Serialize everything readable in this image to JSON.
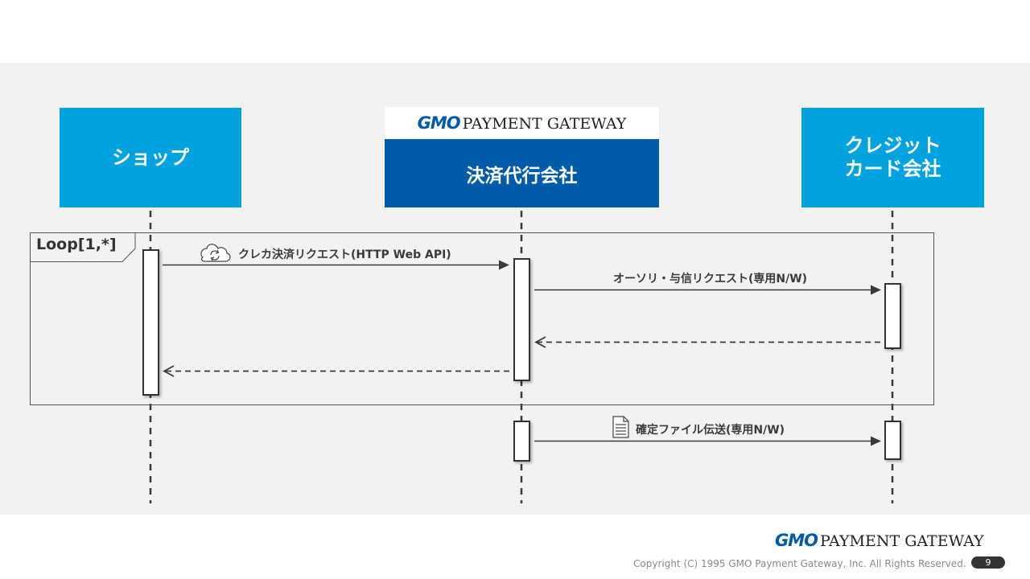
{
  "actors": {
    "shop": "ショップ",
    "gmo_logo_gmo": "GMO",
    "gmo_logo_text": "PAYMENT GATEWAY",
    "gmo_body": "決済代行会社",
    "card_line1": "クレジット",
    "card_line2": "カード会社"
  },
  "loop": {
    "label": "Loop[1,*]"
  },
  "messages": {
    "m1": "クレカ決済リクエスト(HTTP Web API)",
    "m2": "オーソリ・与信リクエスト(専用N/W)",
    "m3": "確定ファイル伝送(専用N/W)"
  },
  "icons": {
    "m1_icon": "cloud-sync-icon",
    "m3_icon": "document-icon"
  },
  "footer": {
    "logo_gmo": "GMO",
    "logo_text": "PAYMENT GATEWAY",
    "copyright": "Copyright (C) 1995 GMO Payment Gateway, Inc. All Rights Reserved.",
    "page": "9"
  },
  "colors": {
    "actor_light": "#00a3e0",
    "actor_dark": "#005bab",
    "background": "#f2f2f2"
  }
}
